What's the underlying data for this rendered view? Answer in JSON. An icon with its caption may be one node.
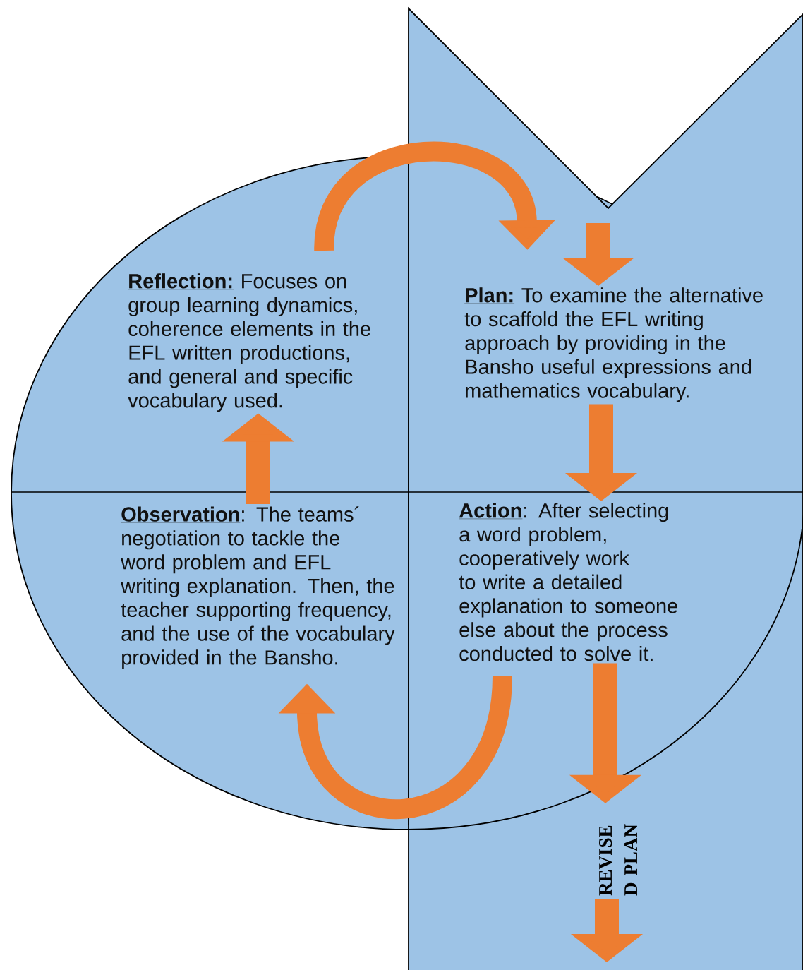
{
  "diagram": {
    "nodes": [
      {
        "text": [
          "Reflection:",
          "Focuses on group learning dynamics, coherence elements in the EFL written productions, and general and specific vocabulary used."
        ]
      },
      {
        "text": [
          "Plan:",
          "To examine the alternative to scaffold the EFL writing approach by providing in the Bansho useful expressions and mathematics vocabulary."
        ]
      },
      {
        "text": [
          "Observation",
          ": The teams´ negotiation to tackle the word problem and EFL writing explanation. Then, the teacher supporting frequency, and the use of the vocabulary provided in the Bansho."
        ]
      },
      {
        "text": [
          "Action",
          ": After selecting a word problem, cooperatively work to write a detailed explanation to someone else about the process conducted to solve it."
        ]
      },
      {
        "text": [
          "REVISE D PLAN"
        ]
      }
    ],
    "edges": [
      {
        "from": 0,
        "to": 1,
        "arrow": "to"
      },
      {
        "from": null,
        "to": 1,
        "arrow": "to"
      },
      {
        "from": 1,
        "to": 3,
        "arrow": "to"
      },
      {
        "from": 3,
        "to": 2,
        "arrow": "to"
      },
      {
        "from": 2,
        "to": 0,
        "arrow": "to"
      },
      {
        "from": 3,
        "to": 4,
        "arrow": "to"
      },
      {
        "from": 4,
        "to": null,
        "arrow": "to"
      }
    ]
  }
}
